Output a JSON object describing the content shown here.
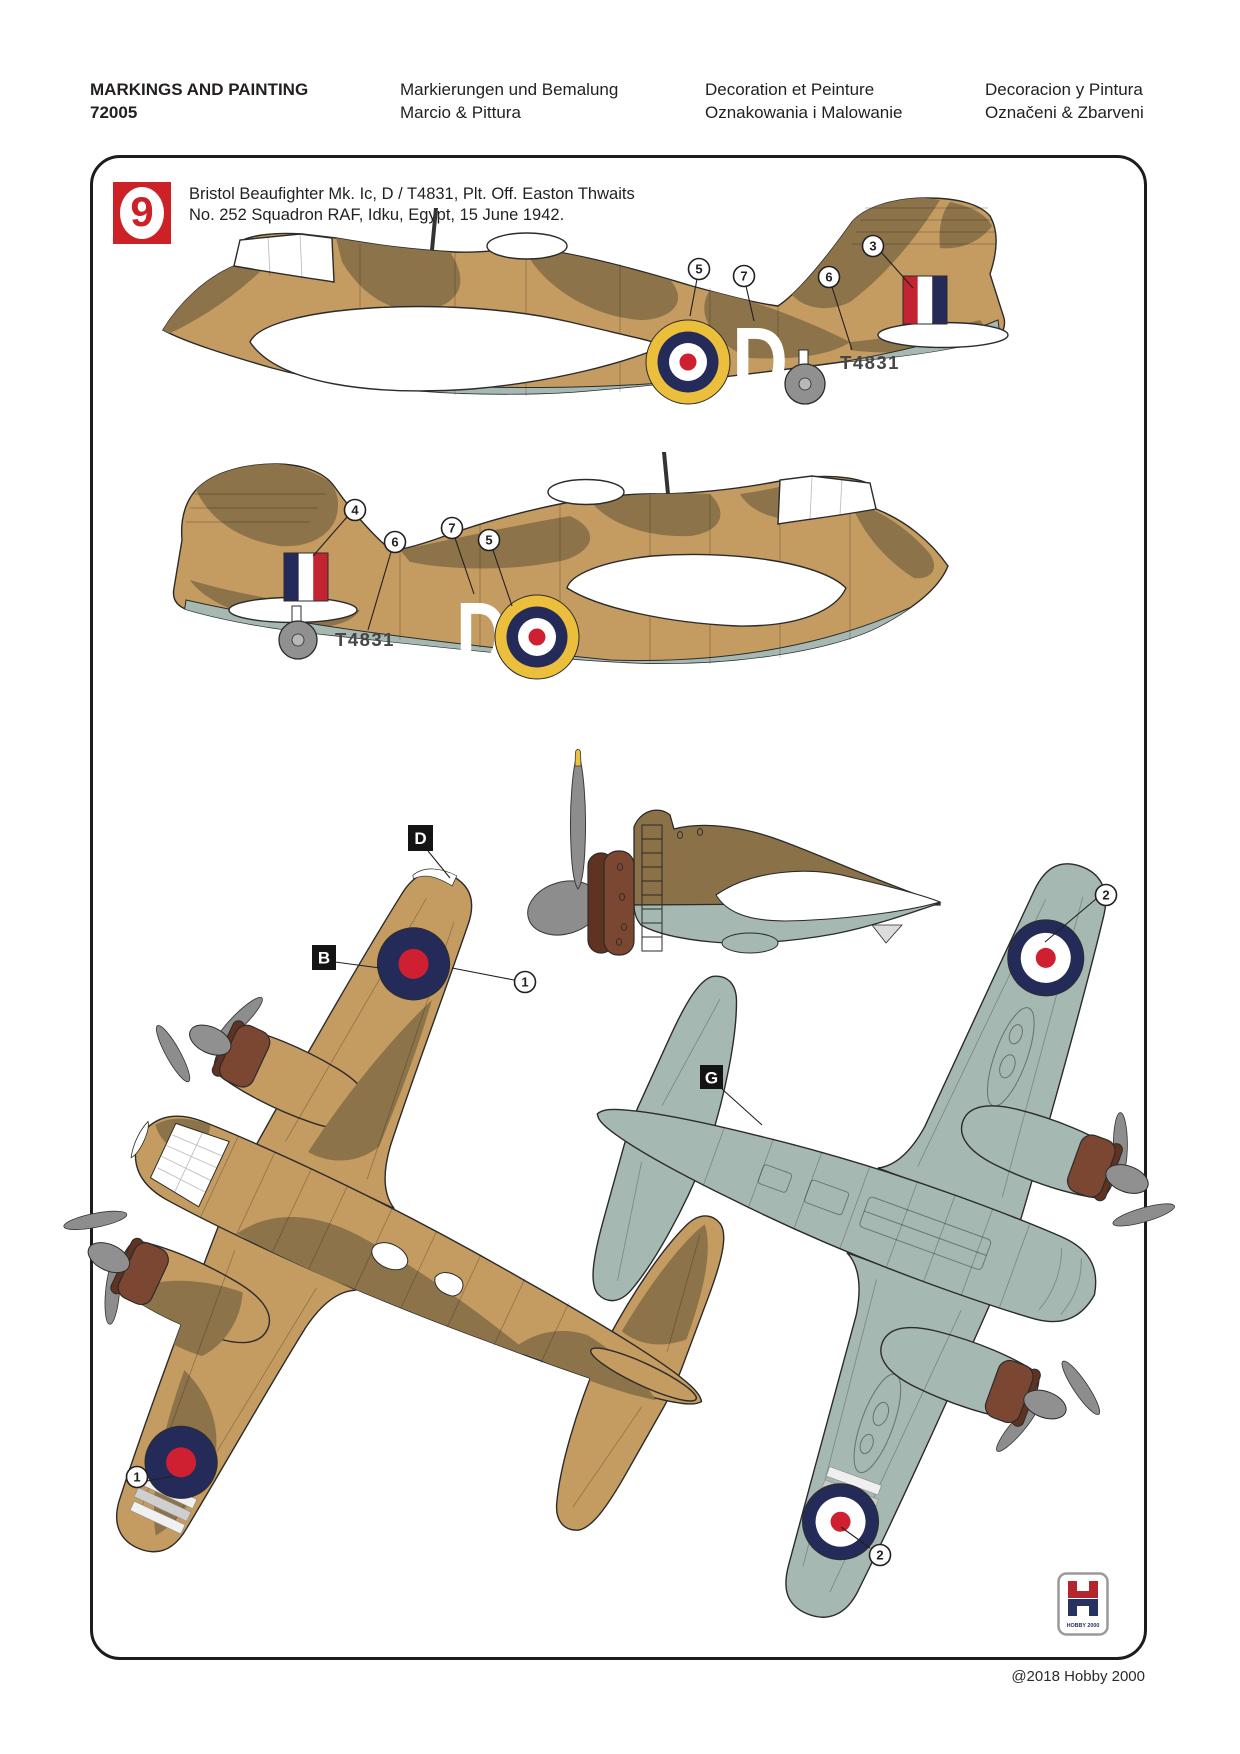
{
  "header": {
    "columns": [
      {
        "line1": "MARKINGS AND PAINTING",
        "line2": "72005"
      },
      {
        "line1": "Markierungen und Bemalung",
        "line2": "Marcio & Pittura"
      },
      {
        "line1": "Decoration et Peinture",
        "line2": "Oznakowania i Malowanie"
      },
      {
        "line1": "Decoracion y Pintura",
        "line2": "Označeni & Zbarveni"
      }
    ]
  },
  "scheme": {
    "number": "9",
    "caption_line1": "Bristol Beaufighter Mk. Ic, D / T4831, Plt. Off. Easton Thwaits",
    "caption_line2": "No. 252 Squadron RAF, Idku, Egypt, 15 June 1942."
  },
  "markings": {
    "serial": "T4831",
    "code_letter": "D"
  },
  "callouts": {
    "n1": "1",
    "n2": "2",
    "n3": "3",
    "n4": "4",
    "n5": "5",
    "n6": "6",
    "n7": "7"
  },
  "view_labels": {
    "d": "D",
    "b": "B",
    "g": "G"
  },
  "logo": {
    "brand": "HOBBY 2000"
  },
  "footer": {
    "copyright": "@2018 Hobby 2000"
  },
  "colors": {
    "camo_sand": "#C49B60",
    "camo_dark_earth": "#8C7349",
    "underside_azure": "#A5B8B2",
    "roundel_yellow": "#EBBE3C",
    "roundel_navy": "#242B59",
    "roundel_red": "#CE2030",
    "fin_flash_red": "#C42431",
    "cowling_brown": "#7C4732",
    "badge_red": "#CB2127"
  }
}
